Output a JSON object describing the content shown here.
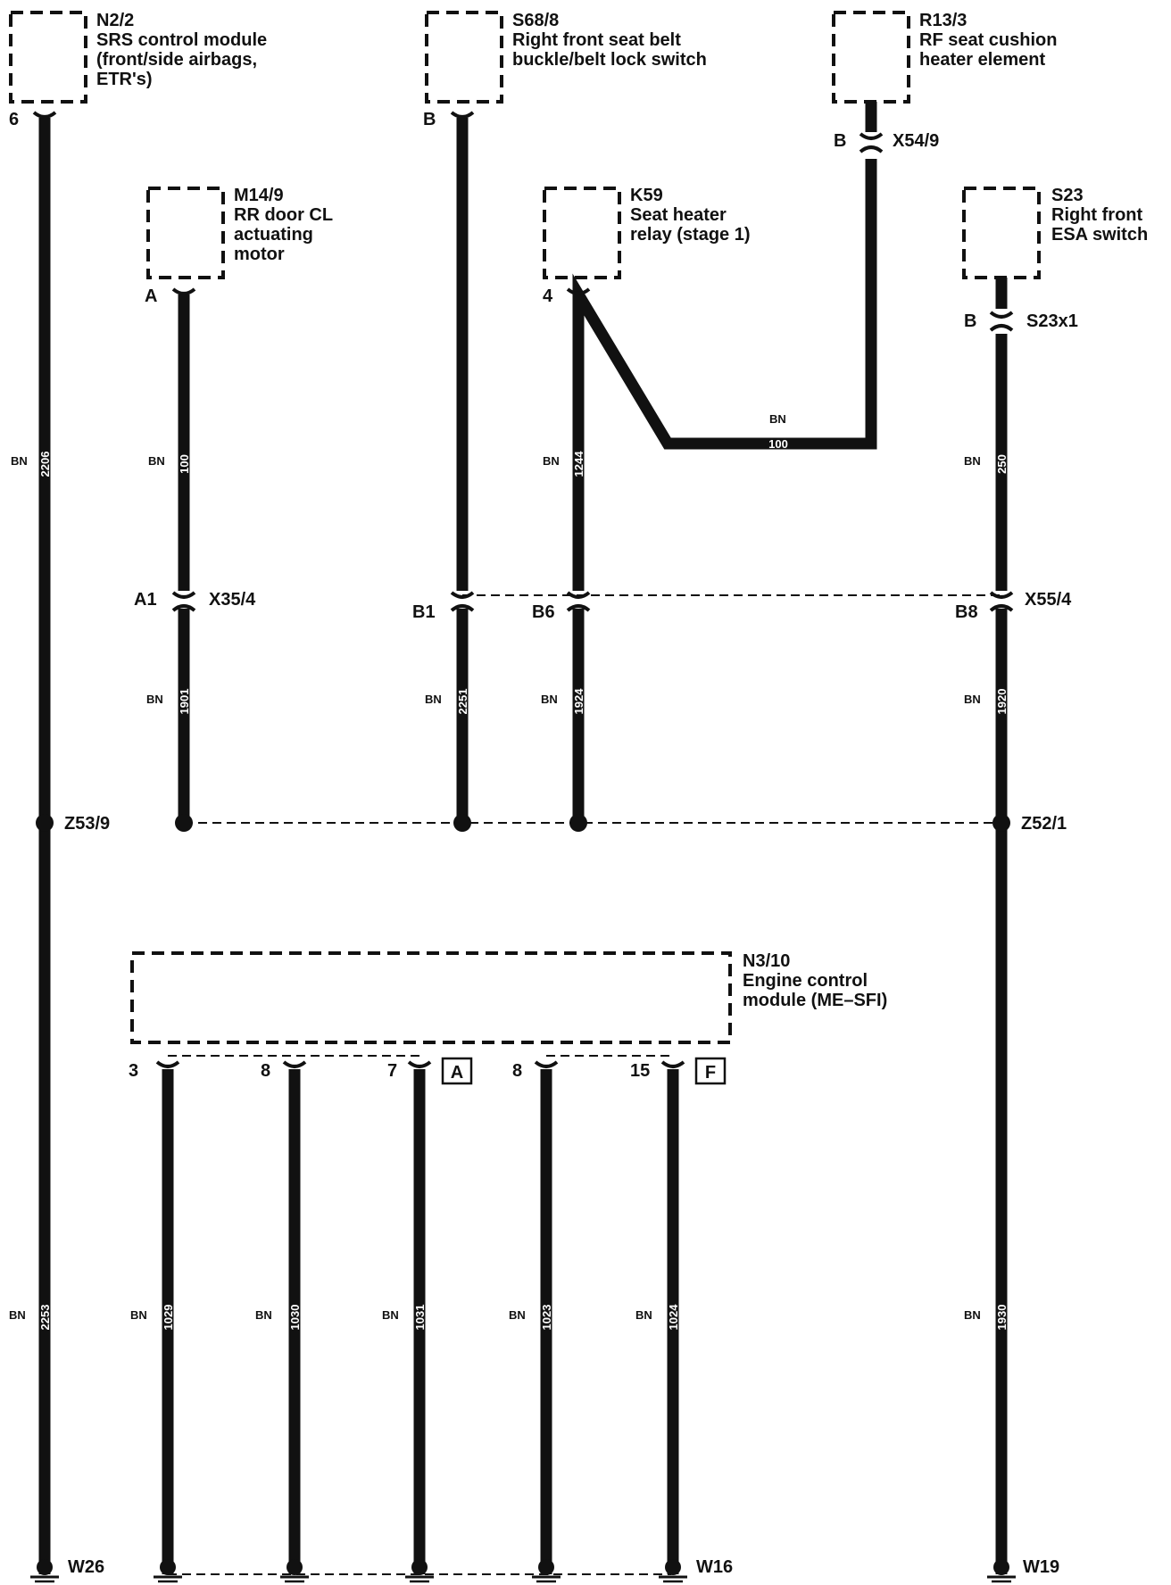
{
  "components": {
    "n2_2": {
      "id": "N2/2",
      "lines": [
        "SRS control module",
        "(front/side airbags,",
        "ETR's)"
      ]
    },
    "s68_8": {
      "id": "S68/8",
      "lines": [
        "Right front seat belt",
        "buckle/belt lock switch"
      ]
    },
    "r13_3": {
      "id": "R13/3",
      "lines": [
        "RF seat cushion",
        "heater element"
      ]
    },
    "m14_9": {
      "id": "M14/9",
      "lines": [
        "RR door CL",
        "actuating",
        "motor"
      ]
    },
    "k59": {
      "id": "K59",
      "lines": [
        "Seat heater",
        "relay (stage 1)"
      ]
    },
    "s23": {
      "id": "S23",
      "lines": [
        "Right front",
        "ESA switch"
      ]
    },
    "n3_10": {
      "id": "N3/10",
      "lines": [
        "Engine control",
        "module (ME–SFI)"
      ]
    }
  },
  "pins": {
    "n2_2": "6",
    "s68_8": "B",
    "r13_3": "B",
    "m14_9": "A",
    "k59": "4",
    "s23": "B",
    "ecm_1": "3",
    "ecm_2": "8",
    "ecm_3": "7",
    "ecm_4": "8",
    "ecm_5": "15"
  },
  "connectors": {
    "x54_9": "X54/9",
    "s23x1": "S23x1",
    "x35_4": "X35/4",
    "x55_4": "X55/4",
    "a1": "A1",
    "b1": "B1",
    "b6": "B6",
    "b8": "B8"
  },
  "splices": {
    "z53_9": "Z53/9",
    "z52_1": "Z52/1"
  },
  "grounds": {
    "w26": "W26",
    "w16": "W16",
    "w19": "W19"
  },
  "ecm_plugs": {
    "a": "A",
    "f": "F"
  },
  "wire_color": "BN",
  "wires": {
    "w2206": "2206",
    "w100a": "100",
    "w1244": "1244",
    "w100b": "100",
    "w250": "250",
    "w1901": "1901",
    "w2251": "2251",
    "w1924": "1924",
    "w1920": "1920",
    "w2253": "2253",
    "w1029": "1029",
    "w1030": "1030",
    "w1031": "1031",
    "w1023": "1023",
    "w1024": "1024",
    "w1930": "1930"
  }
}
